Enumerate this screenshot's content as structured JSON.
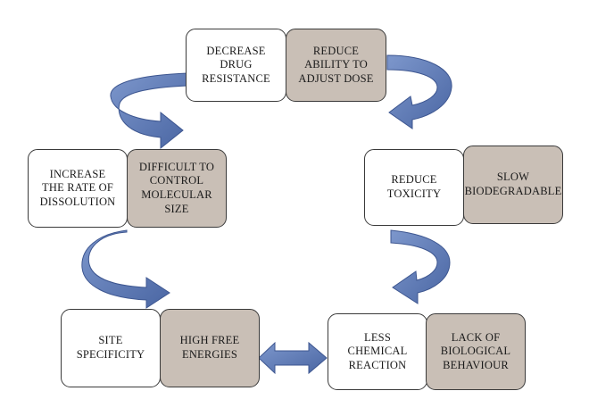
{
  "colors": {
    "arrow": "#5b77b0",
    "arrow_dark": "#3d5690",
    "con_box": "#c9bfb6",
    "pro_box": "#ffffff",
    "border": "#3a3a3a"
  },
  "pairs": [
    {
      "advantage": "DECREASE\nDRUG\nRESISTANCE",
      "disadvantage": "REDUCE\nABILITY TO\nADJUST DOSE"
    },
    {
      "advantage": "INCREASE\nTHE RATE OF\nDISSOLUTION",
      "disadvantage": "DIFFICULT TO\nCONTROL\nMOLECULAR\nSIZE"
    },
    {
      "advantage": "REDUCE\nTOXICITY",
      "disadvantage": "SLOW\nBIODEGRADABLE"
    },
    {
      "advantage": "SITE\nSPECIFICITY",
      "disadvantage": "HIGH FREE\nENERGIES"
    },
    {
      "advantage": "LESS\nCHEMICAL\nREACTION",
      "disadvantage": "LACK OF\nBIOLOGICAL\nBEHAVIOUR"
    }
  ],
  "arrows": [
    "curved-arrow-top-left",
    "curved-arrow-top-right",
    "curved-arrow-left",
    "curved-arrow-right",
    "double-arrow-bottom"
  ]
}
